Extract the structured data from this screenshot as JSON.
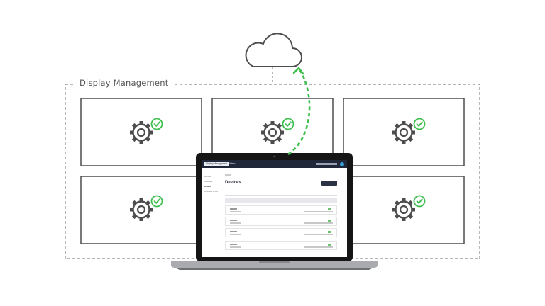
{
  "group_label": "Display Management",
  "colors": {
    "frame": "#4d4d4d",
    "dashed": "#8a8a8a",
    "check": "#3fbf4f",
    "arrow": "#3fbf4f",
    "laptop_dark": "#151515"
  },
  "icons": {
    "cloud": "cloud-icon",
    "gear": "gear-icon",
    "check": "check-circle-icon"
  },
  "display_status": [
    "ok",
    "ok",
    "ok",
    "ok",
    "ok"
  ],
  "screen": {
    "tab_active": "Display Management",
    "tab_other": "Videos",
    "nav": [
      "Devices",
      "Websites",
      "Groups",
      "Template Proof"
    ],
    "active_nav": "Groups",
    "page_title": "Devices"
  }
}
